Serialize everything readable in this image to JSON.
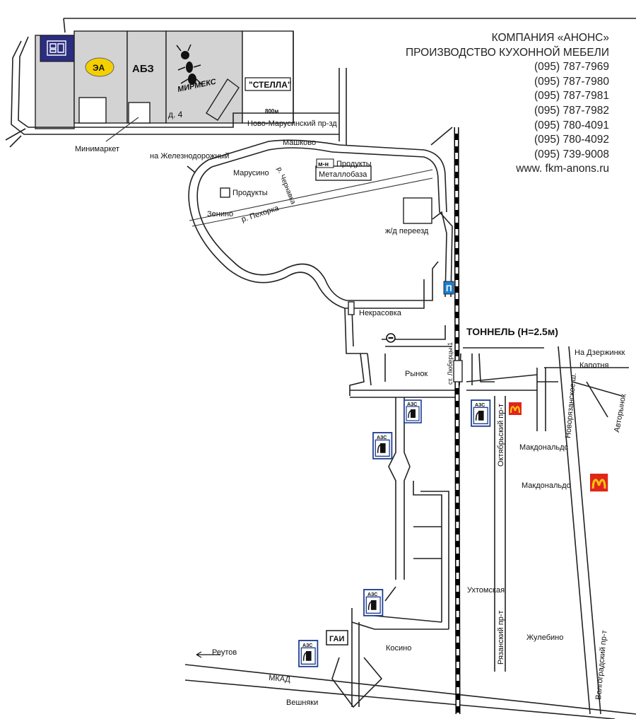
{
  "company": {
    "name": "КОМПАНИЯ «АНОНС»",
    "tagline": "ПРОИЗВОДСТВО КУХОННОЙ МЕБЕЛИ",
    "phones": [
      "(095) 787-7969",
      "(095) 787-7980",
      "(095) 787-7981",
      "(095) 787-7982",
      "(095) 780-4091",
      "(095) 780-4092",
      "(095) 739-9008"
    ],
    "website": "www. fkm-anons.ru"
  },
  "buildings": {
    "abz": "АБЗ",
    "mirmex": "МИРМЕКС",
    "stella": "\"СТЕЛЛА\"",
    "house": "д. 4"
  },
  "labels": {
    "minimarket": "Минимаркет",
    "novo_marusinsky": "Ново-Марусинский пр-зд",
    "distance": "800м",
    "mashkovo": "Машково",
    "zheleznodorozhny": "на Железнодорожный",
    "marusino": "Марусино",
    "chernavka": "р. Чернавка",
    "mn": "м-н",
    "produkty1": "Продукты",
    "metallobaza": "Металлобаза",
    "produkty2": "Продукты",
    "zenino": "Зенино",
    "pekhorka": "р. Пехорка",
    "pereezd": "ж/д переезд",
    "nekrasovka": "Некрасовка",
    "tunnel": "ТОННЕЛЬ (Н=2.5м)",
    "to_dzerzhinsky": "На Дзержинкк",
    "kapotnya": "Капотня",
    "rynok": "Рынок",
    "st_lyubertsy": "ст. Люберцы-1",
    "oktyabrsky": "Октябрьский пр-т",
    "novoryazanskoe": "Новорязанское ш.",
    "avtorynok": "Авторынок",
    "mcdonalds1": "Макдональдс",
    "mcdonalds2": "Макдональдс",
    "ukhtomskaya": "Ухтомская",
    "ryazansky": "Рязанский пр-т",
    "zhulebino": "Жулебино",
    "volgogradsky": "Волгоградский пр-т",
    "reutov": "Реутов",
    "gai": "ГАИ",
    "kosino": "Косино",
    "mkad": "МКАД",
    "veshnyaki": "Вешняки",
    "azs": "АЗС",
    "parking": "П",
    "mc_logo": "M"
  },
  "colors": {
    "building_fill": "#d3d3d3",
    "logo_blue": "#2b2d7f",
    "mc_red": "#e0251b",
    "mc_yellow": "#ffc20e",
    "parking_blue": "#1e7fd0"
  },
  "icons": [
    "company-logo-icon",
    "ea-logo-icon",
    "ant-logo-icon",
    "gas-station-icon",
    "mcdonalds-icon",
    "parking-icon",
    "no-entry-icon"
  ]
}
